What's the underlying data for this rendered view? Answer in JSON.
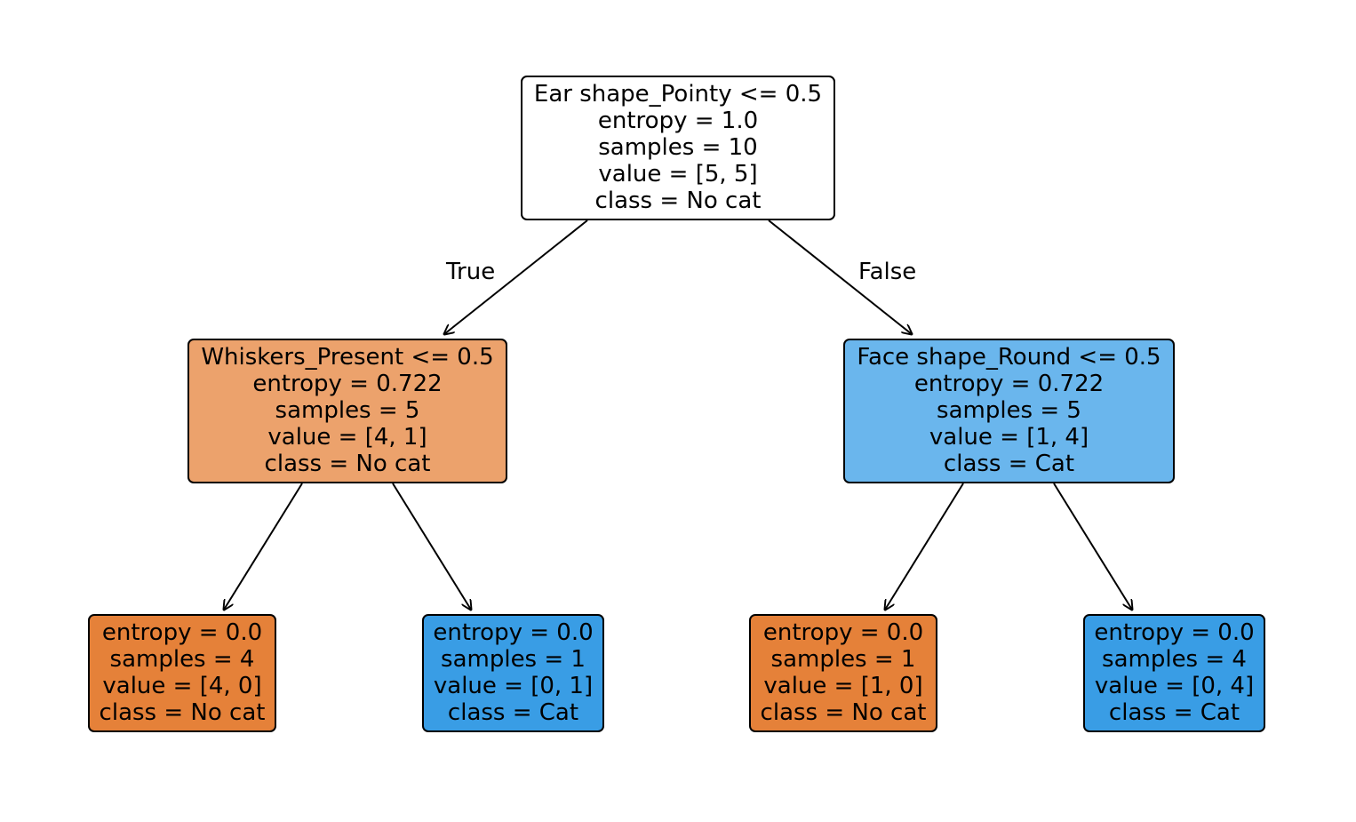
{
  "tree": {
    "root": {
      "split": "Ear shape_Pointy <= 0.5",
      "entropy": "entropy = 1.0",
      "samples": "samples = 10",
      "value": "value = [5, 5]",
      "class": "class = No cat",
      "fill": "#ffffff"
    },
    "left": {
      "split": "Whiskers_Present <= 0.5",
      "entropy": "entropy = 0.722",
      "samples": "samples = 5",
      "value": "value = [4, 1]",
      "class": "class = No cat",
      "fill": "#eca26c"
    },
    "right": {
      "split": "Face shape_Round <= 0.5",
      "entropy": "entropy = 0.722",
      "samples": "samples = 5",
      "value": "value = [1, 4]",
      "class": "class = Cat",
      "fill": "#6ab6ed"
    },
    "left_left": {
      "entropy": "entropy = 0.0",
      "samples": "samples = 4",
      "value": "value = [4, 0]",
      "class": "class = No cat",
      "fill": "#e58139"
    },
    "left_right": {
      "entropy": "entropy = 0.0",
      "samples": "samples = 1",
      "value": "value = [0, 1]",
      "class": "class = Cat",
      "fill": "#399de5"
    },
    "right_left": {
      "entropy": "entropy = 0.0",
      "samples": "samples = 1",
      "value": "value = [1, 0]",
      "class": "class = No cat",
      "fill": "#e58139"
    },
    "right_right": {
      "entropy": "entropy = 0.0",
      "samples": "samples = 4",
      "value": "value = [0, 4]",
      "class": "class = Cat",
      "fill": "#399de5"
    }
  },
  "edge_labels": {
    "true_label": "True",
    "false_label": "False"
  }
}
